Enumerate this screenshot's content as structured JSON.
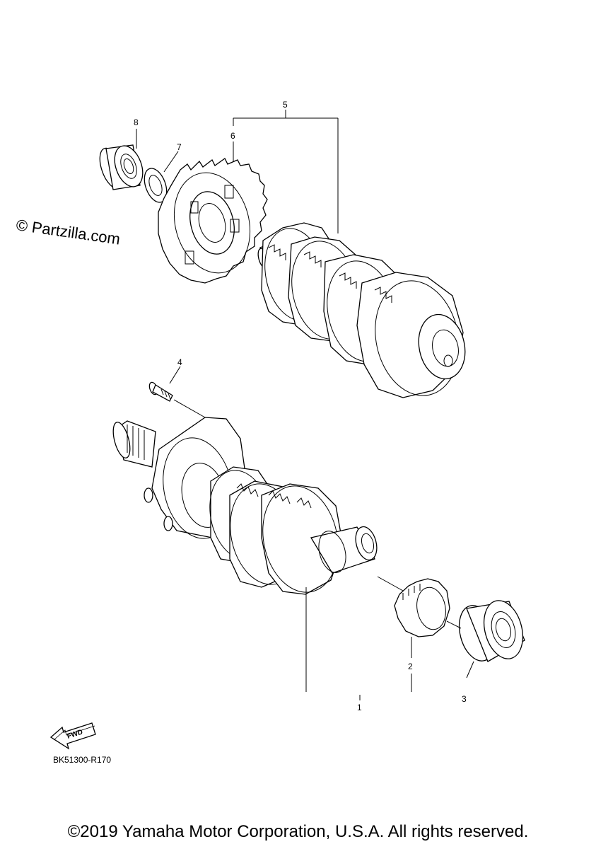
{
  "watermark": "© Partzilla.com",
  "callouts": {
    "c1": "1",
    "c2": "2",
    "c3": "3",
    "c4": "4",
    "c5": "5",
    "c6": "6",
    "c7": "7",
    "c8": "8"
  },
  "fwd_label": "FWD",
  "drawing_code": "BK51300-R170",
  "copyright": "©2019 Yamaha Motor Corporation, U.S.A. All rights reserved."
}
